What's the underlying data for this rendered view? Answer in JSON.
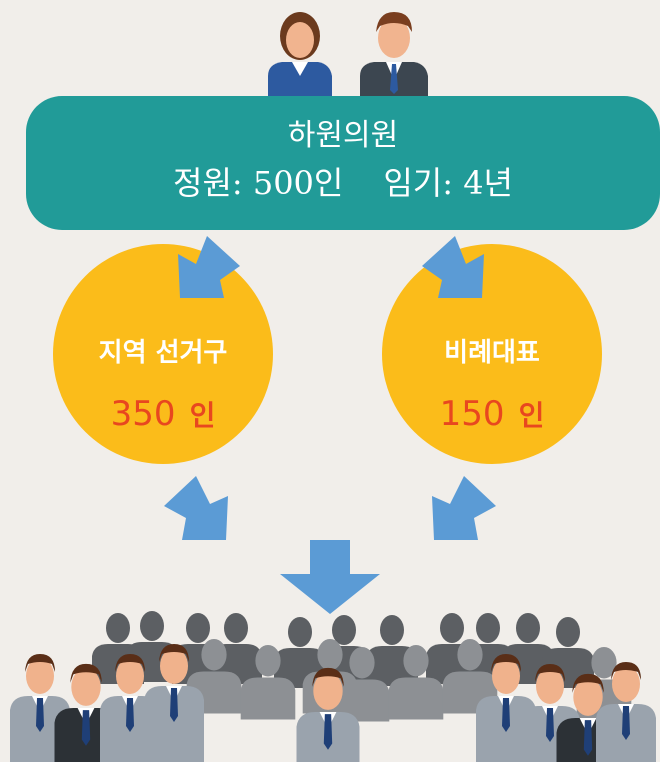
{
  "banner": {
    "title": "하원의원",
    "seats": "정원: 500인",
    "term": "임기: 4년"
  },
  "left_circle": {
    "label": "지역 선거구",
    "count": "350",
    "unit": "인"
  },
  "right_circle": {
    "label": "비례대표",
    "count": "150",
    "unit": "인"
  },
  "colors": {
    "banner": "#219b98",
    "circle": "#fbbc1a",
    "arrow": "#5b9bd5",
    "count_text": "#e8471f",
    "background": "#f1eeea"
  },
  "icons": {
    "top": [
      "female-representative-icon",
      "male-representative-icon"
    ],
    "bottom": "crowd-of-people-icon"
  }
}
